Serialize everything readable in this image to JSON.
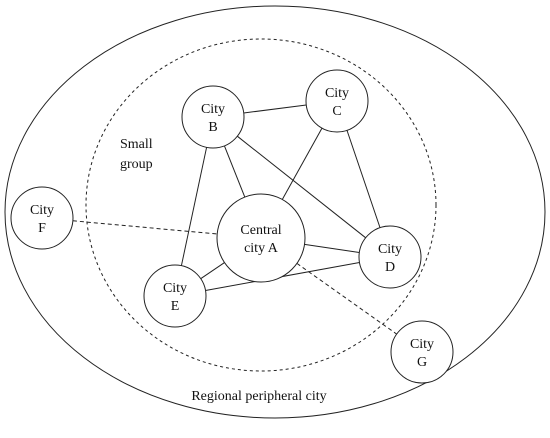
{
  "diagram": {
    "outer_region_label": "Regional peripheral city",
    "inner_region_label": [
      "Small",
      "group"
    ],
    "nodes": [
      {
        "id": "B",
        "lines": [
          "City",
          "B"
        ]
      },
      {
        "id": "C",
        "lines": [
          "City",
          "C"
        ]
      },
      {
        "id": "A",
        "lines": [
          "Central",
          "city A"
        ]
      },
      {
        "id": "D",
        "lines": [
          "City",
          "D"
        ]
      },
      {
        "id": "E",
        "lines": [
          "City",
          "E"
        ]
      },
      {
        "id": "F",
        "lines": [
          "City",
          "F"
        ]
      },
      {
        "id": "G",
        "lines": [
          "City",
          "G"
        ]
      }
    ],
    "edges": [
      {
        "from": "B",
        "to": "C",
        "style": "solid"
      },
      {
        "from": "B",
        "to": "A",
        "style": "solid"
      },
      {
        "from": "B",
        "to": "E",
        "style": "solid"
      },
      {
        "from": "B",
        "to": "D",
        "style": "solid"
      },
      {
        "from": "C",
        "to": "A",
        "style": "solid"
      },
      {
        "from": "C",
        "to": "D",
        "style": "solid"
      },
      {
        "from": "A",
        "to": "D",
        "style": "solid"
      },
      {
        "from": "A",
        "to": "E",
        "style": "solid"
      },
      {
        "from": "E",
        "to": "D",
        "style": "solid"
      },
      {
        "from": "F",
        "to": "A",
        "style": "dashed"
      },
      {
        "from": "A",
        "to": "G",
        "style": "dashed"
      }
    ],
    "colors": {
      "stroke": "#222222",
      "background": "#ffffff"
    }
  }
}
